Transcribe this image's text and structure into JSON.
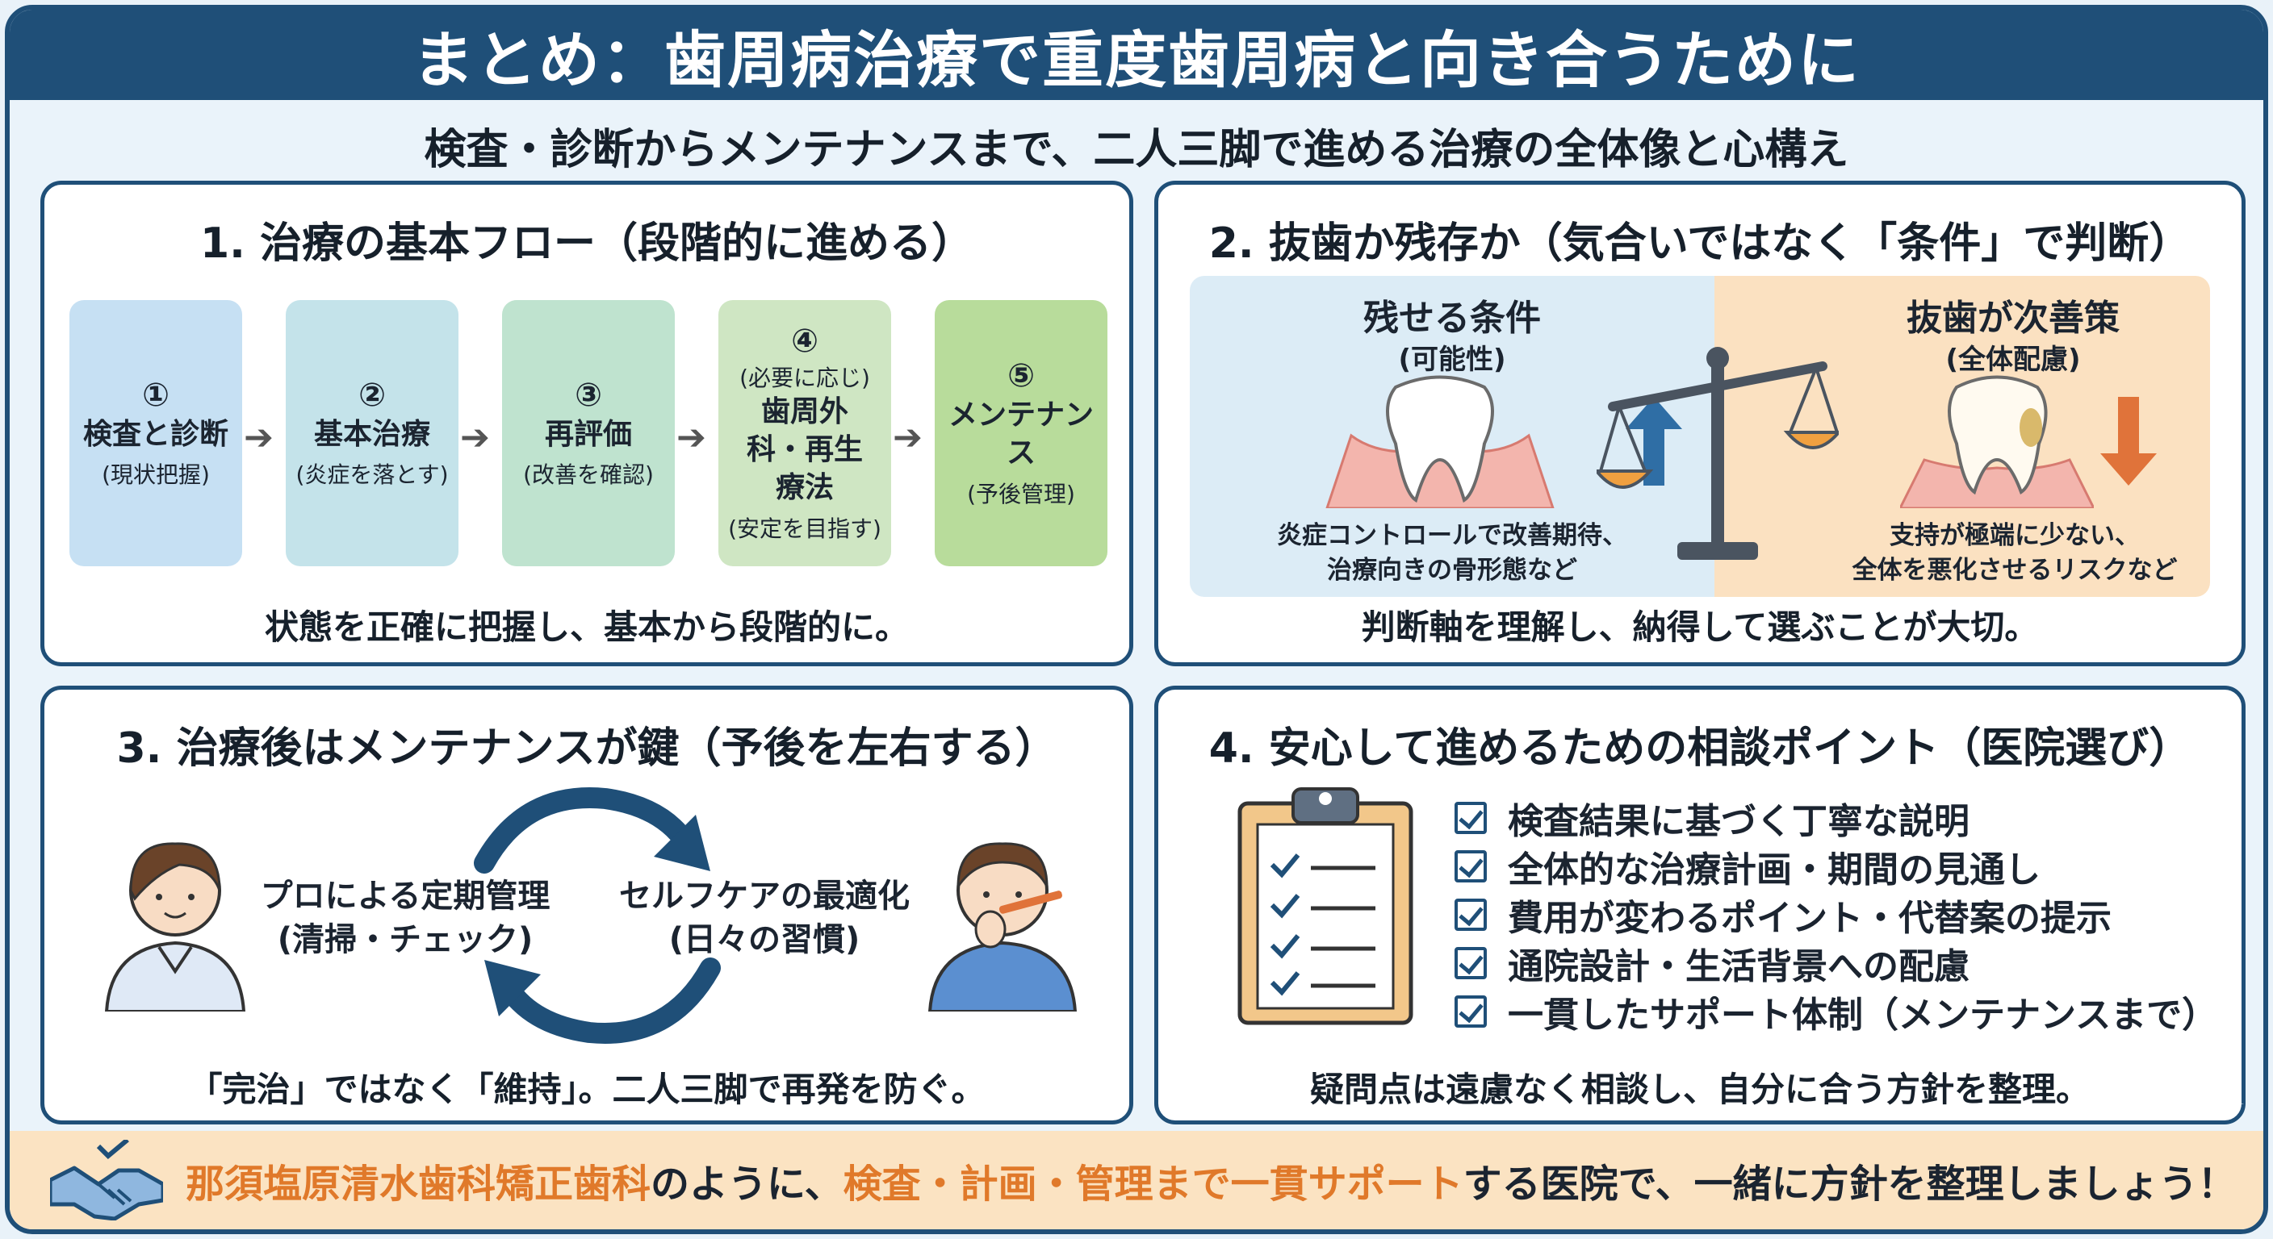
{
  "title": "まとめ：歯周病治療で重度歯周病と向き合うために",
  "subtitle": "検査・診断からメンテナンスまで、二人三脚で進める治療の全体像と心構え",
  "panel1": {
    "title": "1. 治療の基本フロー（段階的に進める）",
    "steps": [
      {
        "num": "①",
        "pre": "",
        "name": "検査と診断",
        "sub": "(現状把握)",
        "color": "#c6e0f3"
      },
      {
        "num": "②",
        "pre": "",
        "name": "基本治療",
        "sub": "(炎症を落とす)",
        "color": "#c4e3ea"
      },
      {
        "num": "③",
        "pre": "",
        "name": "再評価",
        "sub": "(改善を確認)",
        "color": "#bfe3cf"
      },
      {
        "num": "④",
        "pre": "(必要に応じ)",
        "name": "歯周外科・再生療法",
        "sub": "(安定を目指す)",
        "color": "#cfe6c3"
      },
      {
        "num": "⑤",
        "pre": "",
        "name": "メンテナンス",
        "sub": "(予後管理)",
        "color": "#b8dc9b"
      }
    ],
    "footer": "状態を正確に把握し、基本から段階的に。"
  },
  "panel2": {
    "title": "2. 抜歯か残存か（気合いではなく「条件」で判断）",
    "left": {
      "title": "残せる条件",
      "sub": "(可能性)",
      "note1": "炎症コントロールで改善期待、",
      "note2": "治療向きの骨形態など",
      "color": "#dcecf6"
    },
    "right": {
      "title": "抜歯が次善策",
      "sub": "(全体配慮)",
      "note1": "支持が極端に少ない、",
      "note2": "全体を悪化させるリスクなど",
      "color": "#fbe1c1"
    },
    "footer": "判断軸を理解し、納得して選ぶことが大切。"
  },
  "panel3": {
    "title": "3. 治療後はメンテナンスが鍵（予後を左右する）",
    "pro1": "プロによる定期管理",
    "pro2": "(清掃・チェック)",
    "self1": "セルフケアの最適化",
    "self2": "(日々の習慣)",
    "footer": "「完治」ではなく「維持」。二人三脚で再発を防ぐ。"
  },
  "panel4": {
    "title": "4. 安心して進めるための相談ポイント（医院選び）",
    "items": [
      "検査結果に基づく丁寧な説明",
      "全体的な治療計画・期間の見通し",
      "費用が変わるポイント・代替案の提示",
      "通院設計・生活背景への配慮",
      "一貫したサポート体制（メンテナンスまで）"
    ],
    "footer": "疑問点は遠慮なく相談し、自分に合う方針を整理。"
  },
  "footer": {
    "clinic": "那須塩原清水歯科矯正歯科",
    "t1": "のように、",
    "support": "検査・計画・管理まで一貫サポート",
    "t2": "する医院で、一緒に方針を整理しましょう！"
  },
  "colors": {
    "navy": "#1f4f78",
    "orange": "#e0792a",
    "arrow_up": "#2f6ea5",
    "arrow_down": "#e0733a"
  }
}
